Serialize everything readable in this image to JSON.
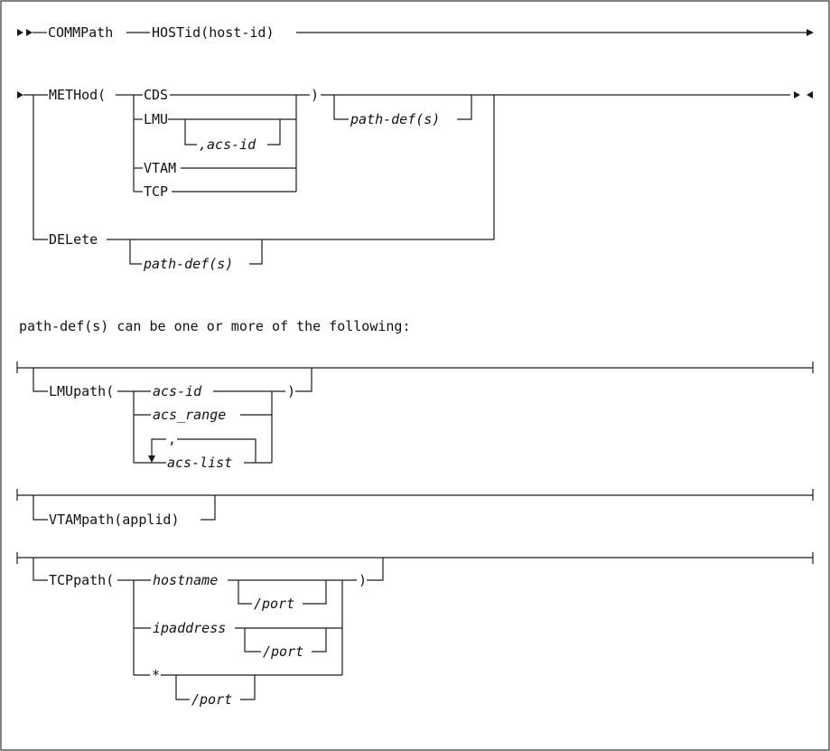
{
  "syntax": {
    "keyword_commpath": "COMMPath",
    "kw_hostid": "HOSTid(",
    "param_host_id": "host-id",
    "close_paren": ")",
    "kw_method": "METHod(",
    "opt_cds": "CDS",
    "opt_lmu": "LMU",
    "param_comma_acs_id": ",acs-id",
    "opt_vtam": "VTAM",
    "opt_tcp": "TCP",
    "param_path_defs": "path-def(s)",
    "kw_delete": "DELete",
    "explain_param": "path-def(s)",
    "explain_text": " can be one or more of the following:",
    "kw_lmupath": "LMUpath(",
    "param_acs_id": "acs-id",
    "param_acs_range": "acs_range",
    "repeat_sep": ",",
    "param_acs_list": "acs-list",
    "kw_vtampath": "VTAMpath(",
    "param_applid": "applid",
    "kw_tcppath": "TCPpath(",
    "param_hostname": "hostname",
    "param_port": "/port",
    "param_ipaddress": "ipaddress",
    "opt_star": "*"
  }
}
